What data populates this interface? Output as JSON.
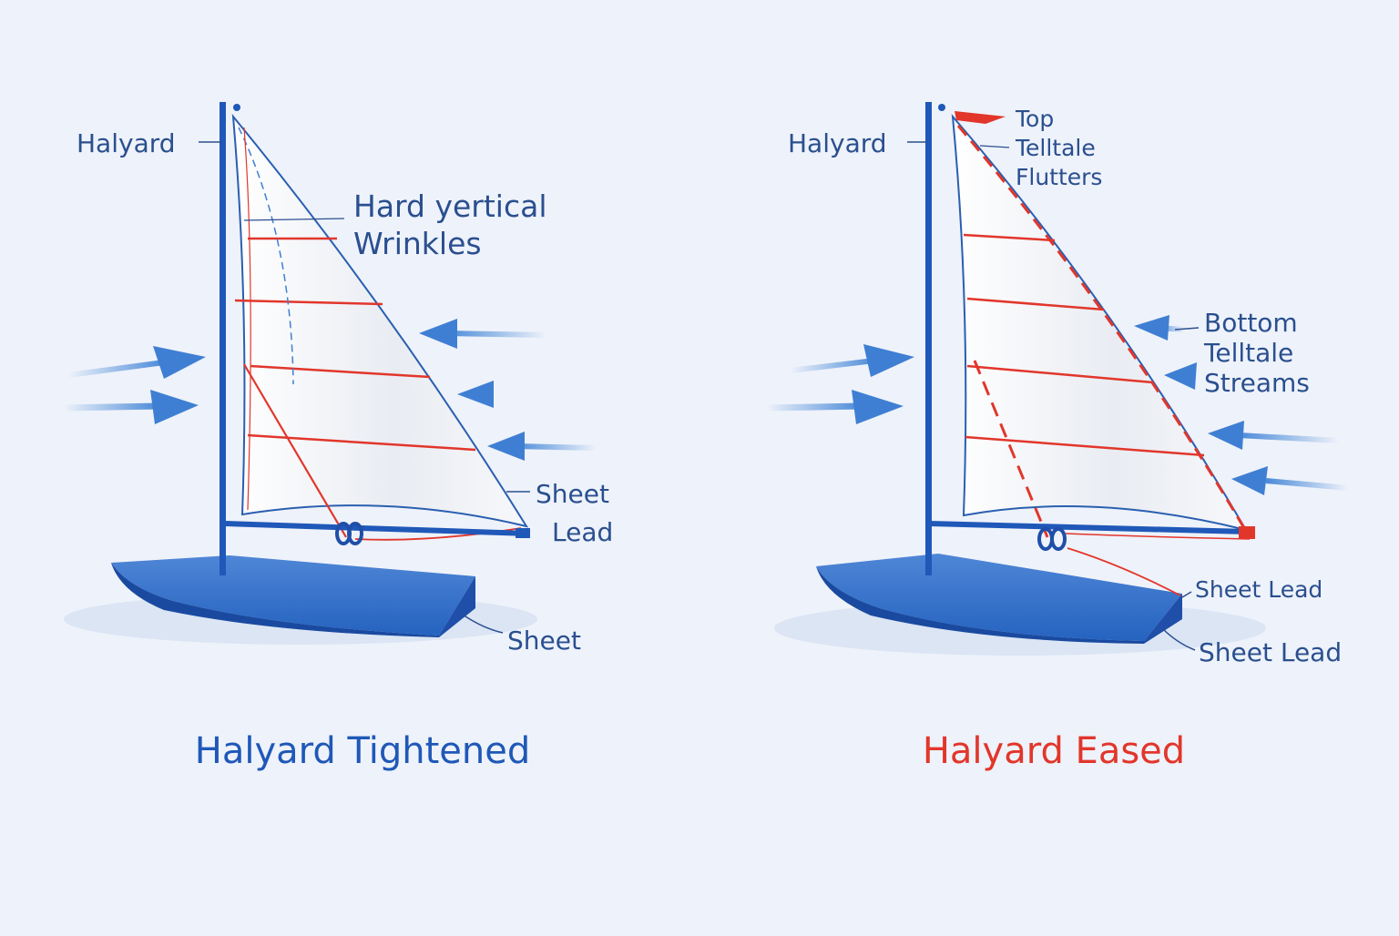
{
  "colors": {
    "primary": "#1f58b8",
    "accent": "#e2362b",
    "label": "#2a4f8f",
    "background": "#eef2fa"
  },
  "left": {
    "title": "Halyard Tightened",
    "halyard_label": "Halyard",
    "wrinkles_label_line1": "Hard yertical",
    "wrinkles_label_line2": "Wrinkles",
    "sheet_lead_line1": "Sheet",
    "sheet_lead_line2": "Lead",
    "sheet_label": "Sheet"
  },
  "right": {
    "title": "Halyard Eased",
    "halyard_label": "Halyard",
    "top_telltale_line1": "Top",
    "top_telltale_line2": "Telltale",
    "top_telltale_line3": "Flutters",
    "bottom_telltale_line1": "Bottom",
    "bottom_telltale_line2": "Telltale",
    "bottom_telltale_line3": "Streams",
    "sheet_lead_label_1": "Sheet Lead",
    "sheet_lead_label_2": "Sheet Lead"
  }
}
